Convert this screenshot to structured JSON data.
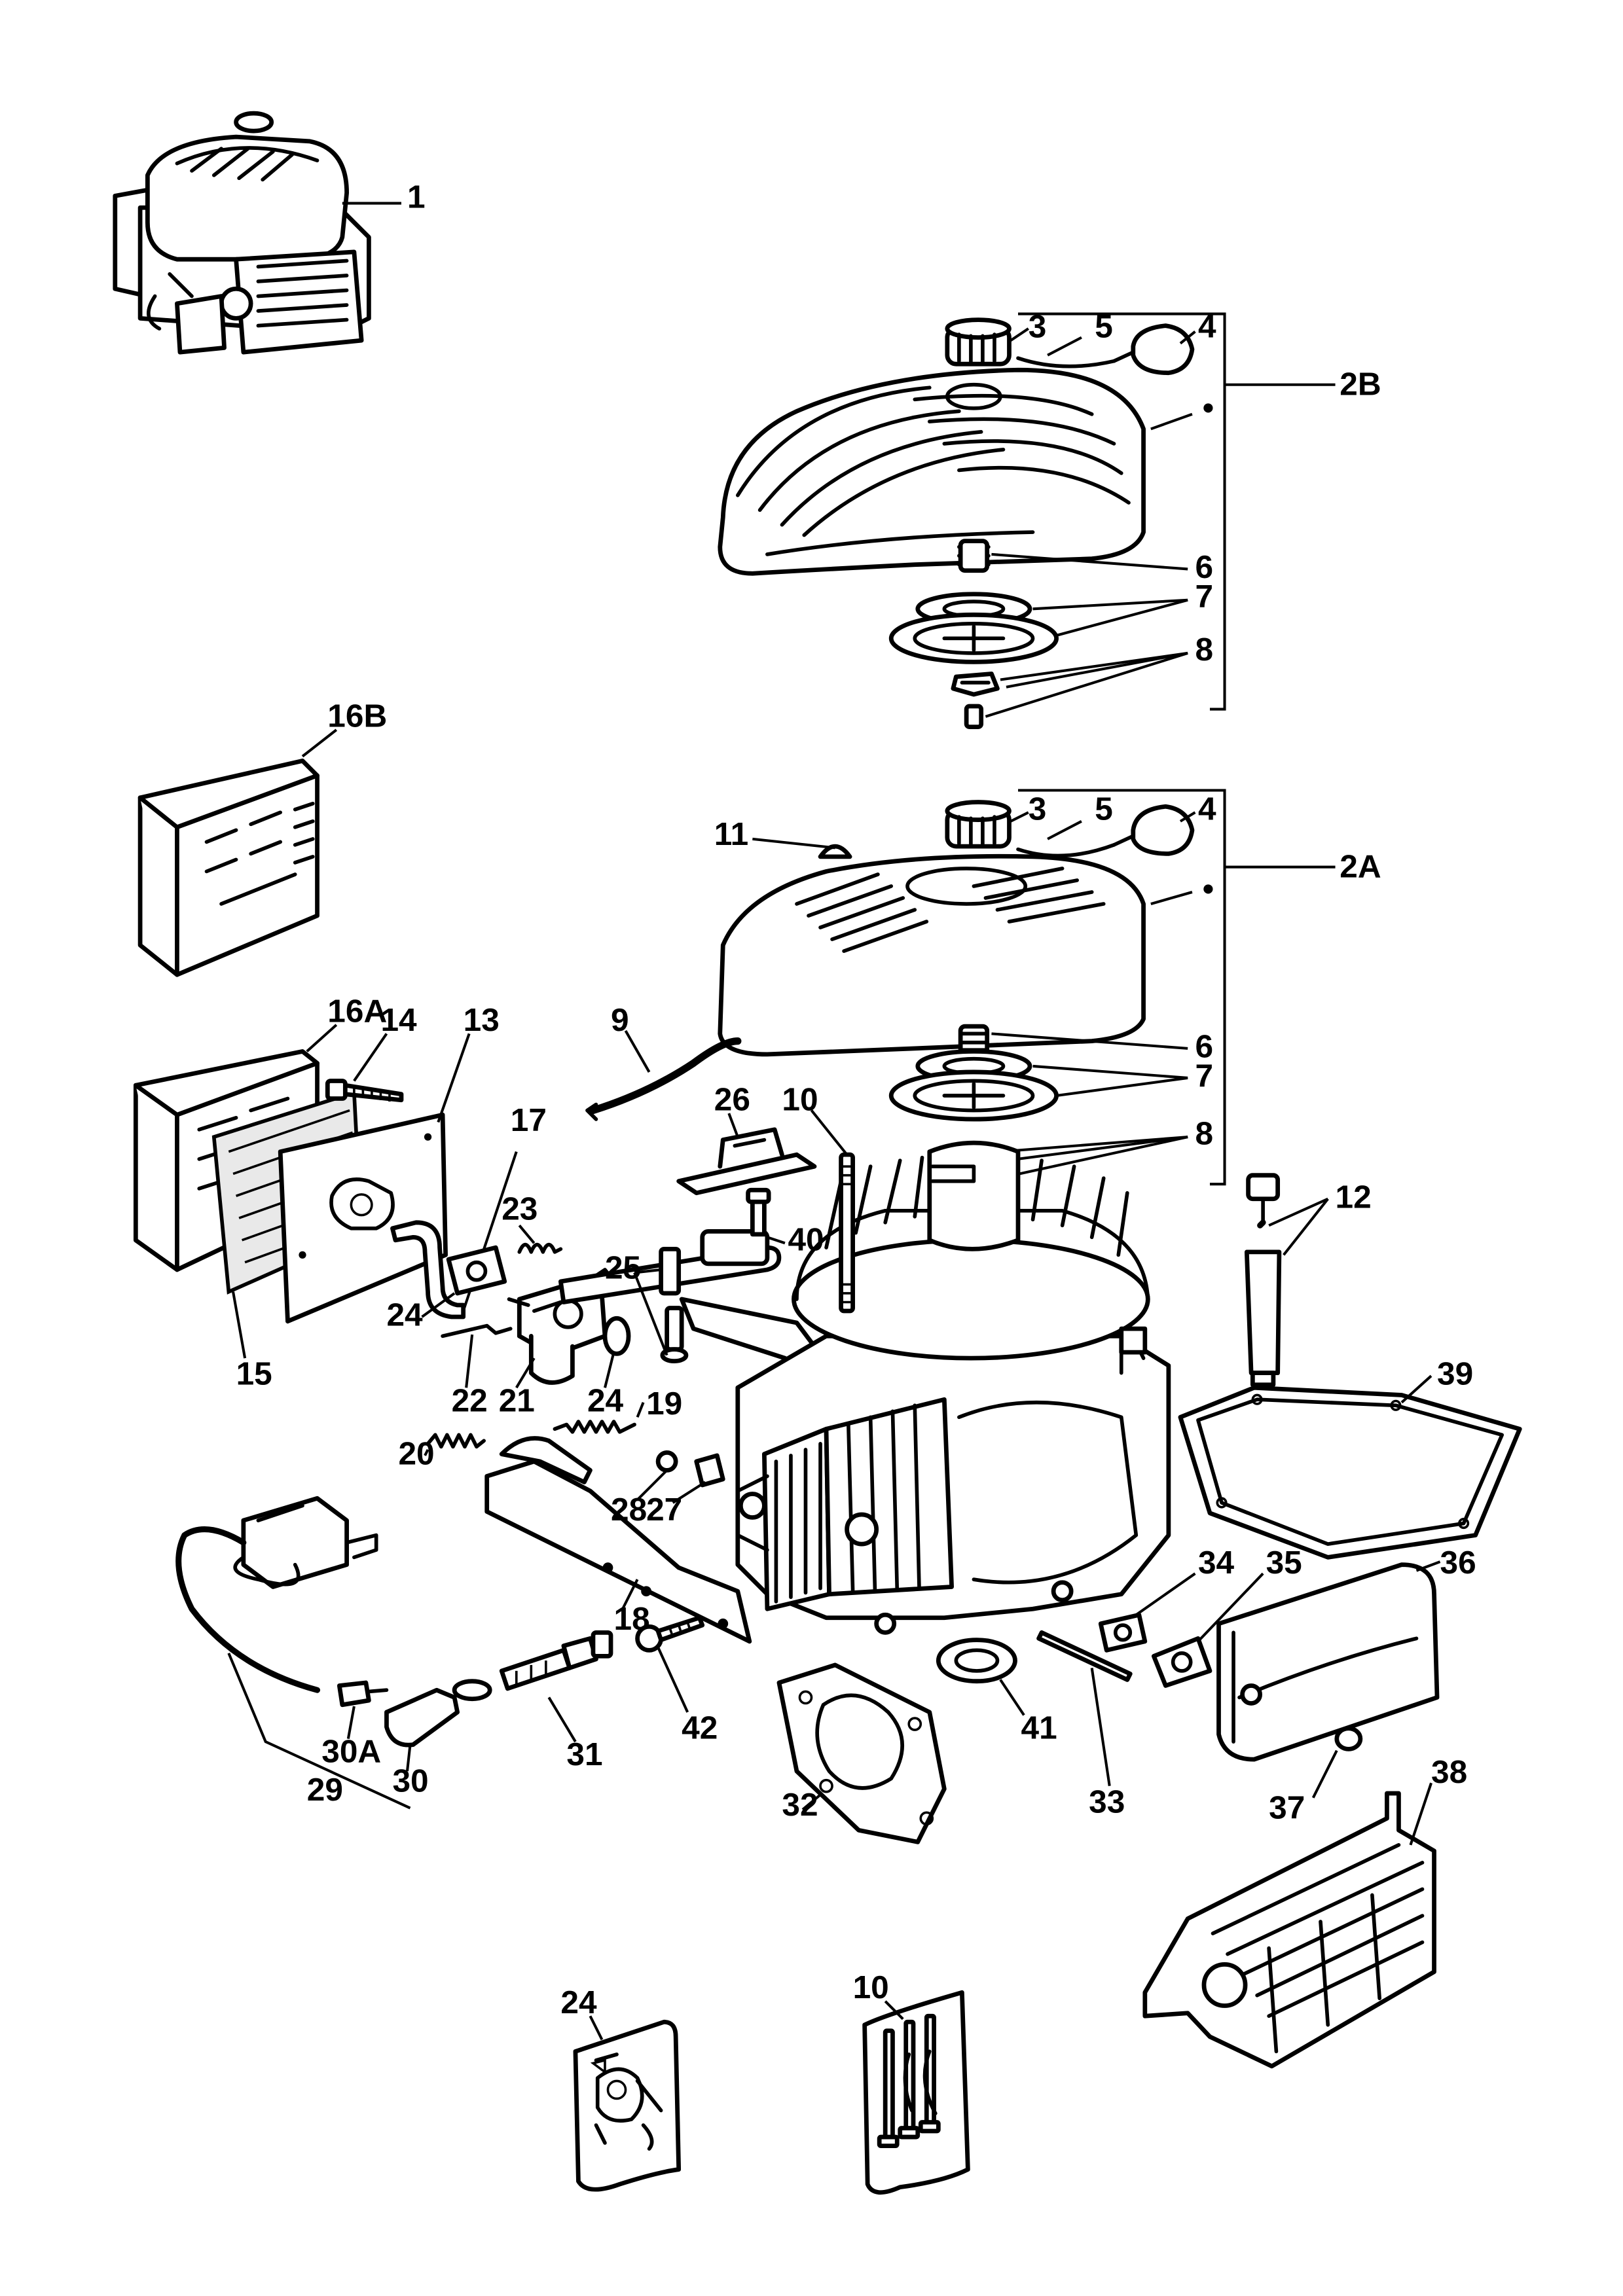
{
  "callouts": {
    "c1": "1",
    "c2B": "2B",
    "c2A": "2A",
    "c3a": "3",
    "c4a": "4",
    "c5a": "5",
    "c3b": "3",
    "c4b": "4",
    "c5b": "5",
    "c6a": "6",
    "c7a": "7",
    "c8a": "8",
    "c6b": "6",
    "c7b": "7",
    "c8b": "8",
    "c9": "9",
    "c10a": "10",
    "c10b": "10",
    "c11": "11",
    "c12": "12",
    "c13": "13",
    "c14": "14",
    "c15": "15",
    "c16A": "16A",
    "c16B": "16B",
    "c17": "17",
    "c18": "18",
    "c19": "19",
    "c20": "20",
    "c21": "21",
    "c22": "22",
    "c23": "23",
    "c24a": "24",
    "c24b": "24",
    "c24c": "24",
    "c25": "25",
    "c26": "26",
    "c27": "27",
    "c28": "28",
    "c29": "29",
    "c30": "30",
    "c30A": "30A",
    "c31": "31",
    "c32": "32",
    "c33": "33",
    "c34": "34",
    "c35": "35",
    "c36": "36",
    "c37": "37",
    "c38": "38",
    "c39": "39",
    "c40": "40",
    "c41": "41",
    "c42": "42"
  },
  "dots": [
    "•",
    "•"
  ]
}
